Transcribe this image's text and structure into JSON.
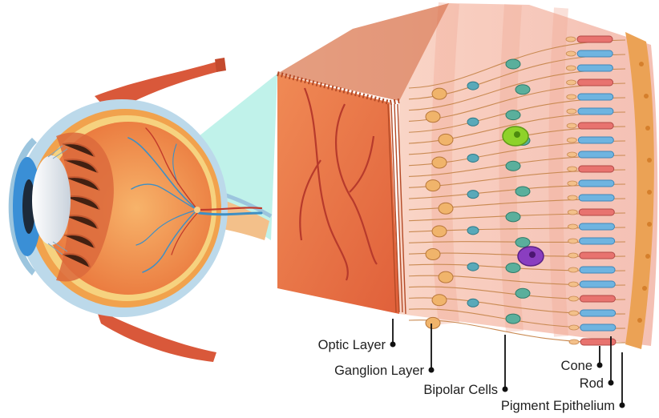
{
  "labels": {
    "optic_layer": "Optic Layer",
    "ganglion_layer": "Ganglion Layer",
    "bipolar_cells": "Bipolar Cells",
    "cone": "Cone",
    "rod": "Rod",
    "pigment_epithelium": "Pigment Epithelium"
  },
  "colors": {
    "sclera": "#bcd9ea",
    "choroid": "#f1a24d",
    "retina_band": "#f6d27f",
    "vitreous": "#f2914b",
    "lens": "#e8edf2",
    "iris": "#3a8fd6",
    "muscle": "#d9583a",
    "tissue_front": "#ee7a48",
    "tissue_top": "#d2643a",
    "layer_bg": "#f8d6c8",
    "projection": "#b9f1e8",
    "ganglion_cell": "#f0b46b",
    "bipolar_cell": "#5aaf9c",
    "cone": "#e8736f",
    "rod": "#6fb4e0",
    "epithelium": "#eba255",
    "highlight_green": "#8ed22a",
    "highlight_purple": "#8a3ec0"
  }
}
